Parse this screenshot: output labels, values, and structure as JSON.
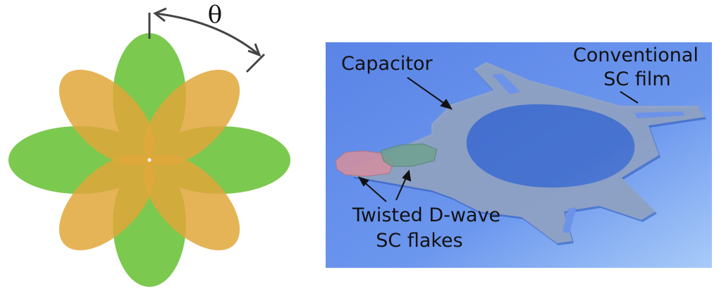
{
  "left_panel": {
    "angle_label": "θ",
    "colors": {
      "green_lobes": "#7cc94f",
      "orange_lobes": "#e0a73a",
      "arrow": "#444444"
    }
  },
  "right_panel": {
    "labels": {
      "capacitor": "Capacitor",
      "film_line1": "Conventional",
      "film_line2": "SC film",
      "flakes_line1": "Twisted D-wave",
      "flakes_line2": "SC flakes"
    },
    "colors": {
      "background_top": "#5b86e8",
      "background_bottom": "#9cc0f7",
      "film": "#8ea0bf",
      "pink_flake": "#cf8fa0",
      "green_flake": "#6fa08f"
    }
  }
}
